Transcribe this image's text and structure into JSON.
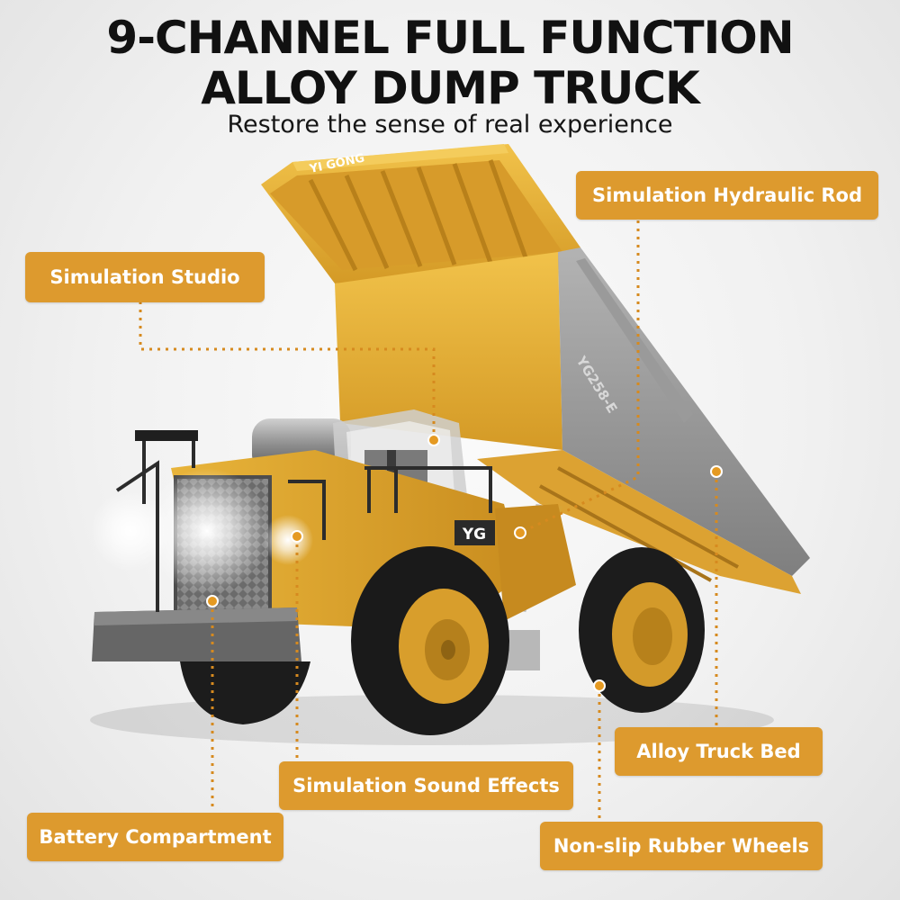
{
  "header": {
    "title_line1": "9-CHANNEL FULL FUNCTION",
    "title_line2": "ALLOY DUMP TRUCK",
    "subtitle": "Restore the sense of real experience"
  },
  "product": {
    "bed_brand": "YI GONG",
    "bed_model": "YG258-E",
    "cab_badge": "YG"
  },
  "features": {
    "hydraulic_rod": "Simulation Hydraulic Rod",
    "studio": "Simulation Studio",
    "truck_bed": "Alloy Truck Bed",
    "sound_effects": "Simulation Sound Effects",
    "battery": "Battery Compartment",
    "wheels": "Non-slip Rubber Wheels"
  },
  "colors": {
    "label_bg": "#dd9a2e",
    "truck_yellow": "#e9b73a",
    "callout_dots": "#d68a1f"
  }
}
